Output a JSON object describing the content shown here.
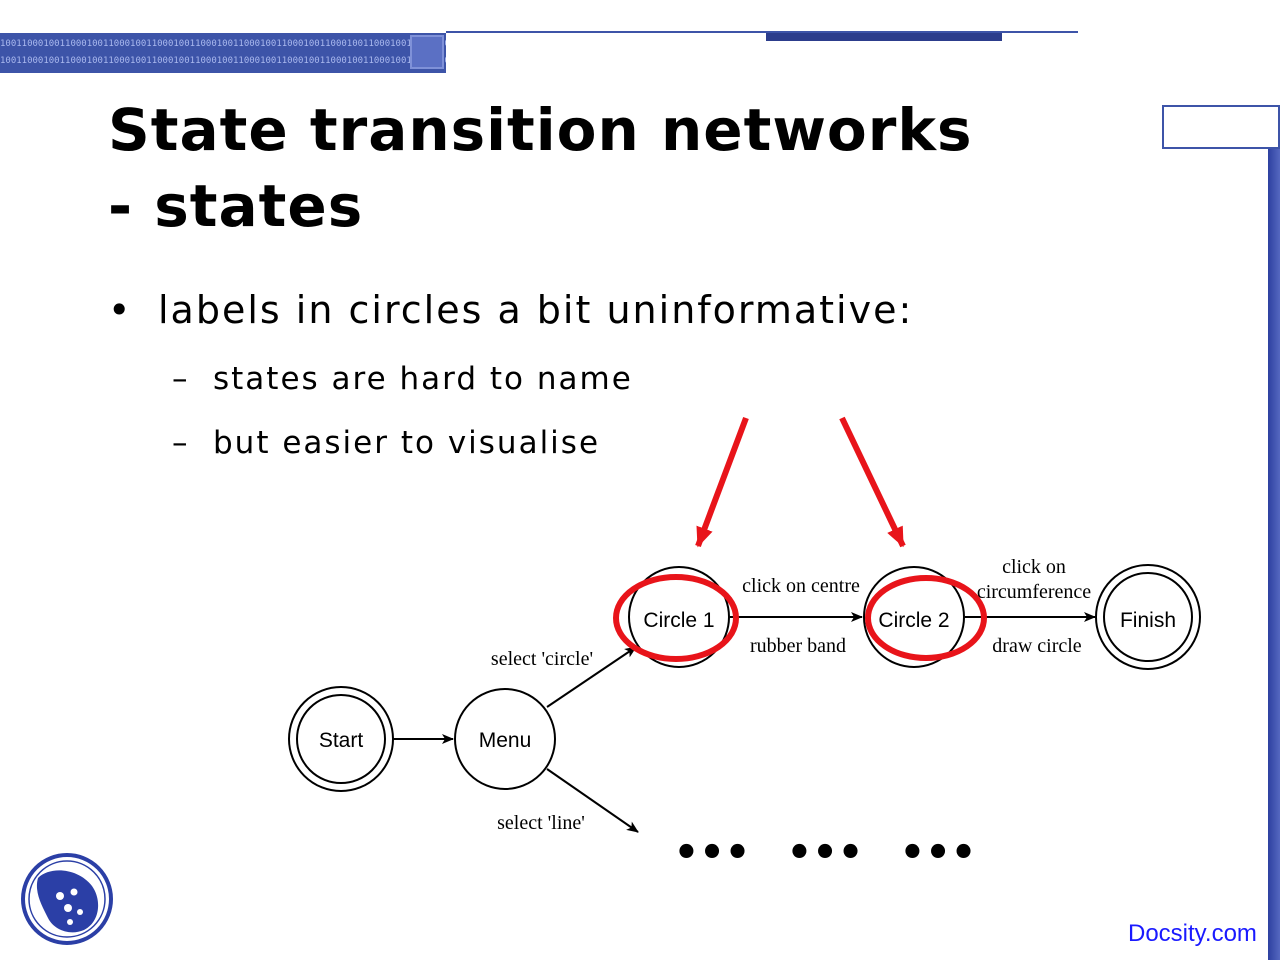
{
  "slide": {
    "title": "State transition networks - states",
    "bullet": "labels in circles a bit uninformative:",
    "subbullets": [
      "states are hard  to name",
      "but easier to visualise"
    ],
    "bullet_marker": "•",
    "sub_marker": "–",
    "banner_bits": "1001100010011000100110001001100010011000100110001001100010011000100110001001100010011000"
  },
  "diagram": {
    "states": {
      "start": "Start",
      "menu": "Menu",
      "circle1": "Circle 1",
      "circle2": "Circle 2",
      "finish": "Finish"
    },
    "edges": {
      "select_circle": "select 'circle'",
      "select_line": "select 'line'",
      "click_centre": "click on centre",
      "rubber_band": "rubber band",
      "click_circ_1": "click on",
      "click_circ_2": "circumference",
      "draw_circle": "draw circle"
    },
    "ellipsis": [
      "•••",
      "•••",
      "•••"
    ],
    "highlight_color": "#e8141a"
  },
  "footer": {
    "brand": "Docsity.com"
  }
}
